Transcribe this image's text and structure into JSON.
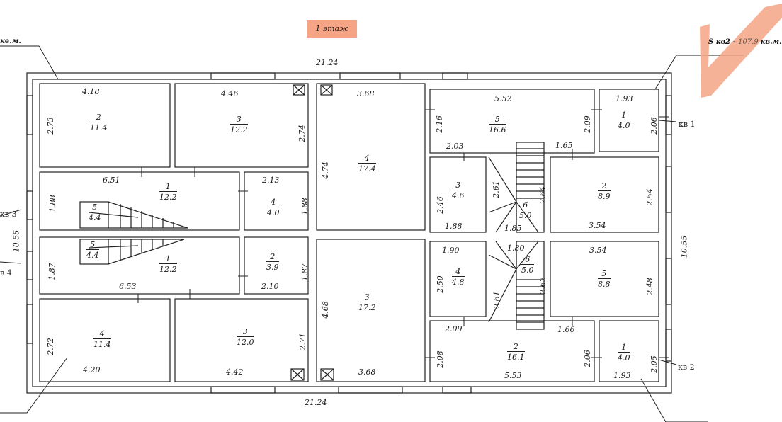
{
  "floor_label": "1 этаж",
  "overall": {
    "top_width": "21.24",
    "bottom_width": "21.24",
    "left_height": "10.55",
    "right_height": "10.55"
  },
  "callouts": {
    "top_left": "кв.м.",
    "top_right_prefix": "S кв2 - ",
    "top_right_value": "107.9",
    "top_right_unit": "кв.м.",
    "left_kv3": "кв 3",
    "left_kv4": "в 4",
    "right_kv1": "кв 1",
    "right_kv2": "кв 2"
  },
  "rooms": [
    {
      "id": "r-2-tl",
      "num": "2",
      "area": "11.4"
    },
    {
      "id": "r-3-tl",
      "num": "3",
      "area": "12.2"
    },
    {
      "id": "r-1-ml",
      "num": "1",
      "area": "12.2"
    },
    {
      "id": "r-4-ml",
      "num": "4",
      "area": "4.0"
    },
    {
      "id": "r-1-ml2",
      "num": "1",
      "area": "12.2"
    },
    {
      "id": "r-2-ml2",
      "num": "2",
      "area": "3.9"
    },
    {
      "id": "r-4-bl",
      "num": "4",
      "area": "11.4"
    },
    {
      "id": "r-3-bl",
      "num": "3",
      "area": "12.0"
    },
    {
      "id": "r-4-c",
      "num": "4",
      "area": "17.4"
    },
    {
      "id": "r-3-c",
      "num": "3",
      "area": "17.2"
    },
    {
      "id": "r-5-tr",
      "num": "5",
      "area": "16.6"
    },
    {
      "id": "r-1-tr",
      "num": "1",
      "area": "4.0"
    },
    {
      "id": "r-3-mr",
      "num": "3",
      "area": "4.6"
    },
    {
      "id": "r-2-mr",
      "num": "2",
      "area": "8.9"
    },
    {
      "id": "r-6-st1",
      "num": "6",
      "area": "5.0"
    },
    {
      "id": "r-6-st2",
      "num": "6",
      "area": "5.0"
    },
    {
      "id": "r-4-mr2",
      "num": "4",
      "area": "4.8"
    },
    {
      "id": "r-5-mr2",
      "num": "5",
      "area": "8.8"
    },
    {
      "id": "r-2-br",
      "num": "2",
      "area": "16.1"
    },
    {
      "id": "r-1-br",
      "num": "1",
      "area": "4.0"
    },
    {
      "id": "r-5-stl1",
      "num": "5",
      "area": "4.4"
    },
    {
      "id": "r-5-stl2",
      "num": "5",
      "area": "4.4"
    }
  ],
  "dims": {
    "d418": "4.18",
    "d273": "2.73",
    "d446": "4.46",
    "d274": "2.74",
    "d651": "6.51",
    "d213": "2.13",
    "d188a": "1.88",
    "d188b": "1.88",
    "d187a": "1.87",
    "d187b": "1.87",
    "d653": "6.53",
    "d210": "2.10",
    "d272": "2.72",
    "d420": "4.20",
    "d271": "2.71",
    "d442": "4.42",
    "d368a": "3.68",
    "d474": "4.74",
    "d468": "4.68",
    "d368b": "3.68",
    "d552": "5.52",
    "d216": "2.16",
    "d209": "2.09",
    "d193a": "1.93",
    "d206a": "2.06",
    "d203": "2.03",
    "d165": "1.65",
    "d246": "2.46",
    "d188c": "1.88",
    "d261": "2.61",
    "d264": "2.64",
    "d185": "1.85",
    "d254": "2.54",
    "d354a": "3.54",
    "d190": "1.90",
    "d180": "1.80",
    "d250": "2.50",
    "d354b": "3.54",
    "d248": "2.48",
    "d262": "2.62",
    "d261b": "2.61",
    "d209b": "2.09",
    "d166": "1.66",
    "d208": "2.08",
    "d206b": "2.06",
    "d553": "5.53",
    "d205": "2.05",
    "d193b": "1.93"
  }
}
